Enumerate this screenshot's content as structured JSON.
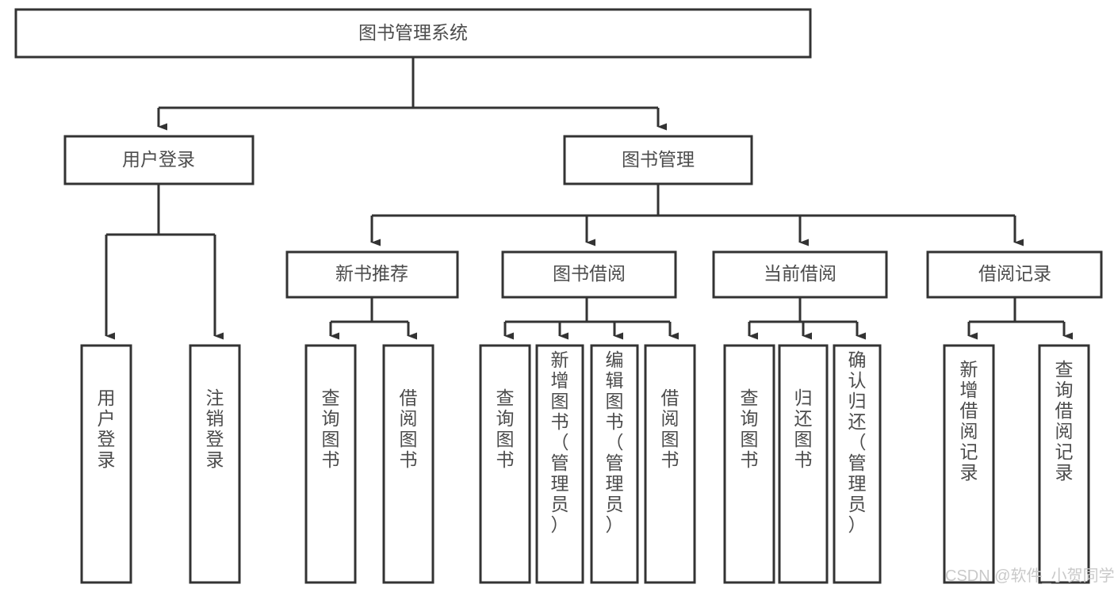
{
  "diagram": {
    "type": "tree-hierarchy",
    "title": "图书管理系统",
    "orientation": "top-down",
    "colors": {
      "box_fill": "#ffffff",
      "box_stroke": "#333333",
      "text": "#4c4c4c",
      "background": "#ffffff",
      "watermark": "#c9c9c9"
    },
    "root": {
      "label": "图书管理系统"
    },
    "level2": [
      {
        "id": "user-login",
        "label": "用户登录"
      },
      {
        "id": "book-management",
        "label": "图书管理"
      }
    ],
    "level3": [
      {
        "id": "new-book-recommend",
        "label": "新书推荐",
        "parent": "book-management"
      },
      {
        "id": "book-borrow",
        "label": "图书借阅",
        "parent": "book-management"
      },
      {
        "id": "current-borrow",
        "label": "当前借阅",
        "parent": "book-management"
      },
      {
        "id": "borrow-record",
        "label": "借阅记录",
        "parent": "book-management"
      }
    ],
    "leaves": {
      "user-login": [
        {
          "id": "leaf-user-login",
          "label": "用户登录"
        },
        {
          "id": "leaf-logout",
          "label": "注销登录"
        }
      ],
      "new-book-recommend": [
        {
          "id": "leaf-query-book-1",
          "label": "查询图书"
        },
        {
          "id": "leaf-borrow-book-1",
          "label": "借阅图书"
        }
      ],
      "book-borrow": [
        {
          "id": "leaf-query-book-2",
          "label": "查询图书"
        },
        {
          "id": "leaf-add-book",
          "label": "新增图书（管理员）"
        },
        {
          "id": "leaf-edit-book",
          "label": "编辑图书（管理员）"
        },
        {
          "id": "leaf-borrow-book-2",
          "label": "借阅图书"
        }
      ],
      "current-borrow": [
        {
          "id": "leaf-query-book-3",
          "label": "查询图书"
        },
        {
          "id": "leaf-return-book",
          "label": "归还图书"
        },
        {
          "id": "leaf-confirm-return",
          "label": "确认归还（管理员）"
        }
      ],
      "borrow-record": [
        {
          "id": "leaf-add-record",
          "label": "新增借阅记录"
        },
        {
          "id": "leaf-query-record",
          "label": "查询借阅记录"
        }
      ]
    }
  },
  "watermark": {
    "text": "CSDN @软件_小贺同学"
  }
}
